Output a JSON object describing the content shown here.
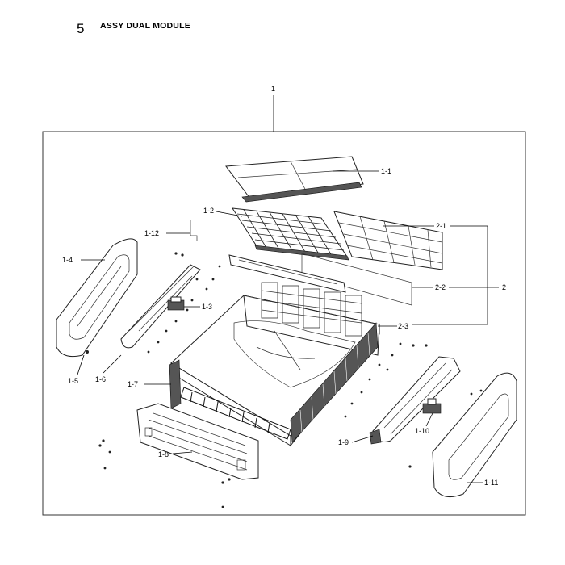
{
  "section": {
    "number": "5",
    "title": "ASSY DUAL MODULE"
  },
  "labels": {
    "l1": "1",
    "l1_1": "1-1",
    "l1_2": "1-2",
    "l1_3": "1-3",
    "l1_4": "1-4",
    "l1_5": "1-5",
    "l1_6": "1-6",
    "l1_7": "1-7",
    "l1_8": "1-8",
    "l1_9": "1-9",
    "l1_10": "1-10",
    "l1_11": "1-11",
    "l1_12": "1-12",
    "l2": "2",
    "l2_1": "2-1",
    "l2_2": "2-2",
    "l2_3": "2-3"
  }
}
